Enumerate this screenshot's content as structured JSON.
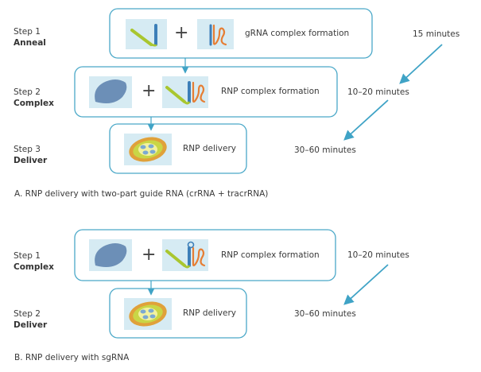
{
  "section_a": {
    "caption": "A. RNP delivery with two-part guide RNA (crRNA + tracrRNA)",
    "steps": [
      {
        "number": "Step 1",
        "name": "Anneal",
        "label": "gRNA complex formation",
        "time": "15 minutes"
      },
      {
        "number": "Step 2",
        "name": "Complex",
        "label": "RNP complex formation",
        "time": "10–20 minutes"
      },
      {
        "number": "Step 3",
        "name": "Deliver",
        "label": "RNP delivery",
        "time": "30–60 minutes"
      }
    ]
  },
  "section_b": {
    "caption": "B. RNP delivery with sgRNA",
    "steps": [
      {
        "number": "Step 1",
        "name": "Complex",
        "label": "RNP complex formation",
        "time": "10–20 minutes"
      },
      {
        "number": "Step 2",
        "name": "Deliver",
        "label": "RNP delivery",
        "time": "30–60 minutes"
      }
    ]
  },
  "plus_sign": "+",
  "colors": {
    "box_border": "#4aa8c8",
    "icon_tile": "#d6ebf3",
    "arrow": "#3fa3c6",
    "protein": "#6c8fb7",
    "cell_outer": "#e0a13a",
    "cell_inner": "#c9d646",
    "nucleus": "#7ba9d2",
    "rna_green": "#a9c62f",
    "rna_blue": "#3d7fb8",
    "rna_orange": "#e67e34"
  }
}
